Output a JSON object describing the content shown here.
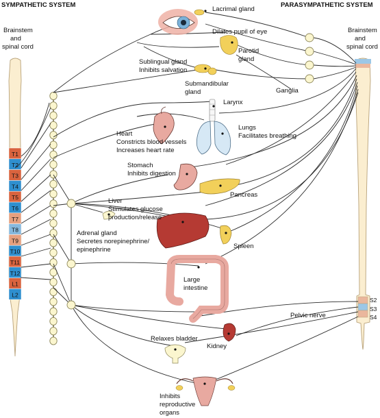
{
  "headers": {
    "sympathetic": "SYMPATHETIC SYSTEM",
    "parasympathetic": "PARASYMPATHETIC SYSTEM"
  },
  "left_cord_label": [
    "Brainstem",
    "and",
    "spinal cord"
  ],
  "right_cord_label": [
    "Brainstem",
    "and",
    "spinal cord"
  ],
  "thoracic_segments": [
    "T1",
    "T2",
    "T3",
    "T4",
    "T5",
    "T6",
    "T7",
    "T8",
    "T9",
    "T10",
    "T11",
    "T12",
    "L1",
    "L2"
  ],
  "segment_colors": [
    "#d9633e",
    "#2f8fcf",
    "#d9633e",
    "#2f8fcf",
    "#d9633e",
    "#2f8fcf",
    "#e6a07f",
    "#86b9de",
    "#e6a07f",
    "#2f8fcf",
    "#d9633e",
    "#2f8fcf",
    "#d9633e",
    "#2f8fcf"
  ],
  "sacral_segments": [
    "S2",
    "S3",
    "S4"
  ],
  "labels": {
    "lacrimal": "Lacrimal gland",
    "pupil": "Dilates pupil of eye",
    "parotid": [
      "Parotid",
      "gland"
    ],
    "sublingual": [
      "Sublingual gland",
      "Inhibits salvation"
    ],
    "submandibular": [
      "Submandibular",
      "gland"
    ],
    "ganglia": "Ganglia",
    "larynx": "Larynx",
    "lungs": [
      "Lungs",
      "Facilitates breathing"
    ],
    "heart": [
      "Heart",
      "Constricts blood vessels",
      "Increases heart rate"
    ],
    "stomach": [
      "Stomach",
      "Inhibits digestion"
    ],
    "pancreas": "Pancreas",
    "liver": [
      "Liver",
      "Stimulates glucose",
      "production/release"
    ],
    "adrenal": [
      "Adrenal gland",
      "Secretes norepinephrine/",
      "epinephrine"
    ],
    "spleen": "Spleen",
    "intestine": [
      "Large",
      "intestine"
    ],
    "pelvic_nerve": "Pelvic nerve",
    "kidney": "Kidney",
    "bladder": "Relaxes bladder",
    "reproductive": [
      "Inhibits",
      "reproductive",
      "organs"
    ]
  },
  "colors": {
    "cord_fill": "#fbeed0",
    "ganglion_fill": "#fbf6cf",
    "organ_red": "#b53a33",
    "organ_pink": "#e8a9a0",
    "gland_yellow": "#f2d05a",
    "lung_blue": "#d6e8f5"
  }
}
